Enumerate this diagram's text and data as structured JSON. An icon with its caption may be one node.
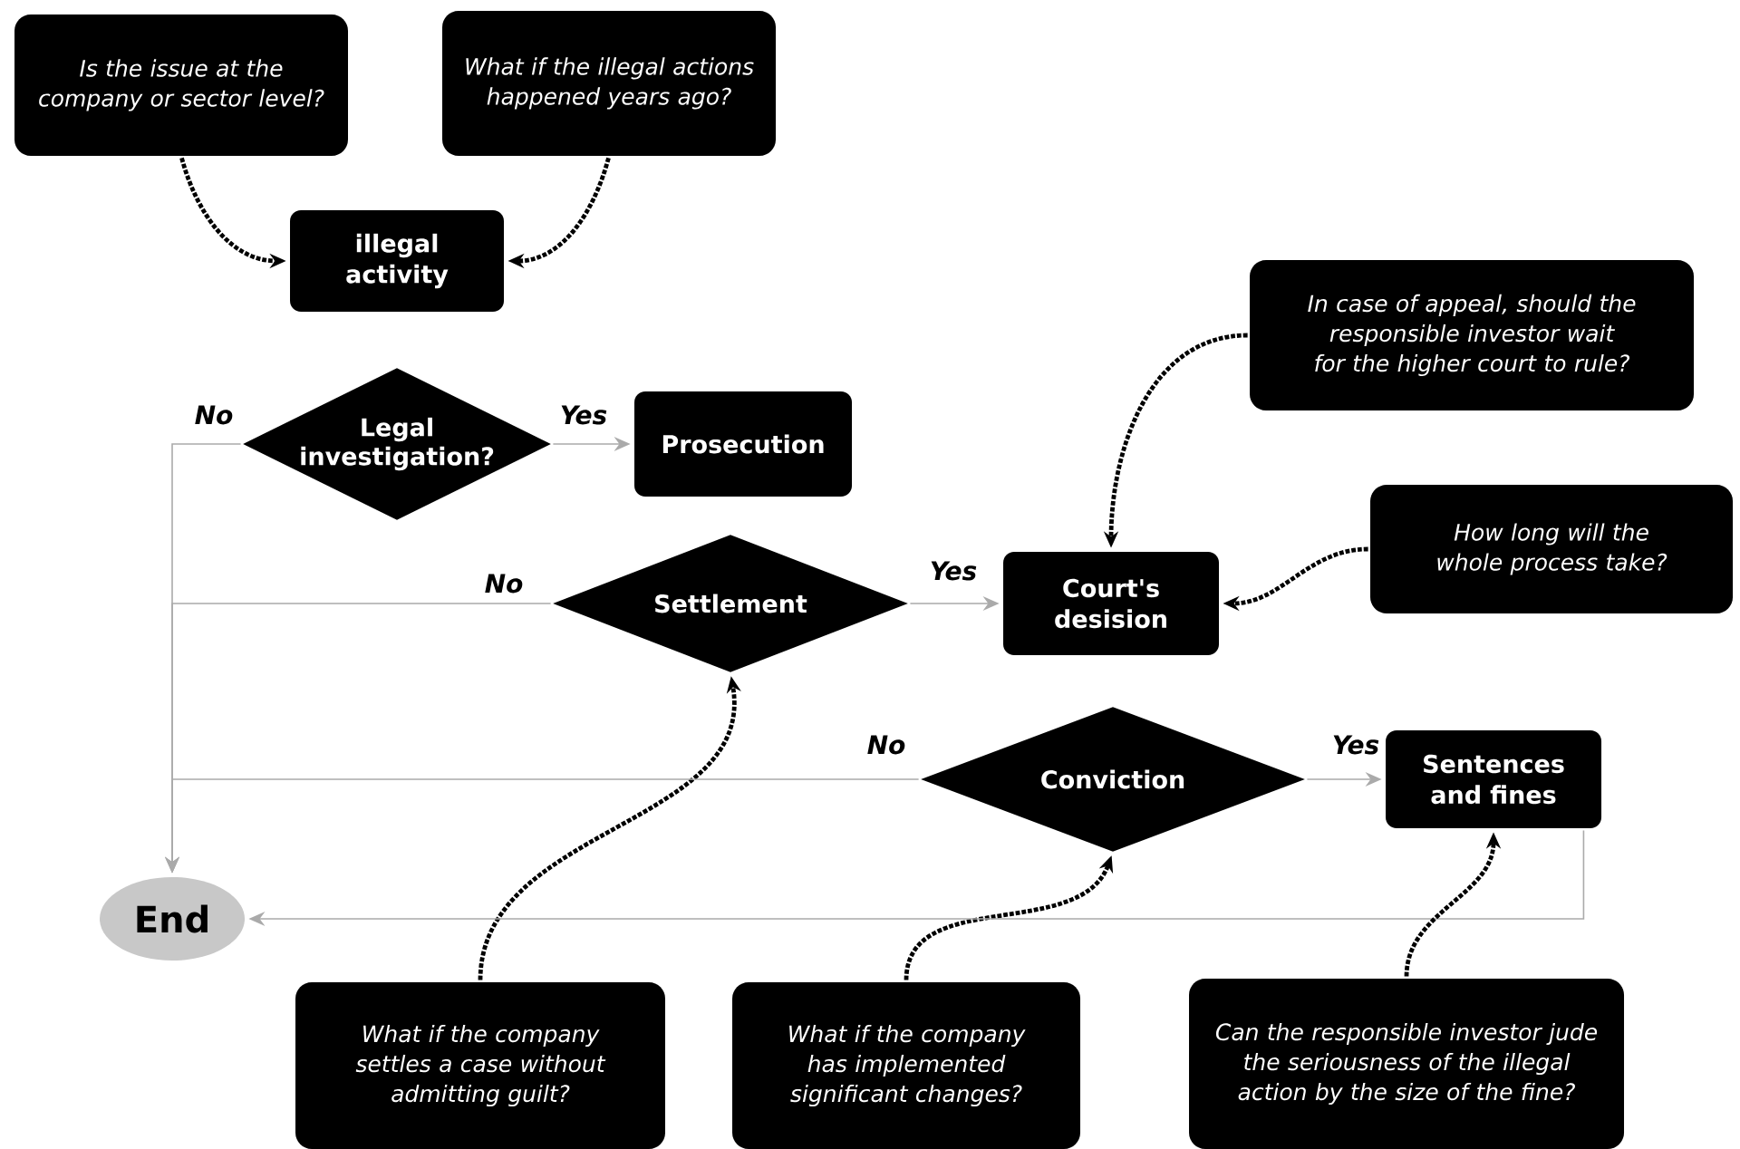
{
  "diagram": {
    "nodes": [
      {
        "text": [
          "Is the issue at the company or sector level?"
        ]
      },
      {
        "text": [
          "What if the illegal actions happened years ago?"
        ]
      },
      {
        "text": [
          "illegal activity"
        ]
      },
      {
        "text": [
          "Legal investigation?"
        ]
      },
      {
        "text": [
          "Prosecution"
        ]
      },
      {
        "text": [
          "In case of appeal, should the responsible investor wait for the higher court to rule?"
        ]
      },
      {
        "text": [
          "Settlement"
        ]
      },
      {
        "text": [
          "Court's desision"
        ]
      },
      {
        "text": [
          "How long will the whole process take?"
        ]
      },
      {
        "text": [
          "Conviction"
        ]
      },
      {
        "text": [
          "Sentences and fines"
        ]
      },
      {
        "text": [
          "End"
        ]
      },
      {
        "text": [
          "What if the company settles a case without admitting guilt?"
        ]
      },
      {
        "text": [
          "What if the company has implemented significant changes?"
        ]
      },
      {
        "text": [
          "Can the responsible investor jude the seriousness of the illegal action by the size of the fine?"
        ]
      }
    ],
    "edges": [
      {
        "from": 0,
        "to": 2,
        "arrow": "to",
        "style": "dashed"
      },
      {
        "from": 1,
        "to": 2,
        "arrow": "to",
        "style": "dashed"
      },
      {
        "from": 3,
        "to": 4,
        "arrow": "to",
        "label": "Yes",
        "color": "#aaaaaa"
      },
      {
        "from": 3,
        "to": 11,
        "arrow": "to",
        "label": "No",
        "color": "#aaaaaa"
      },
      {
        "from": 5,
        "to": 7,
        "arrow": "to",
        "style": "dashed"
      },
      {
        "from": 8,
        "to": 7,
        "arrow": "to",
        "style": "dashed"
      },
      {
        "from": 6,
        "to": 7,
        "arrow": "to",
        "label": "Yes",
        "color": "#aaaaaa"
      },
      {
        "from": 6,
        "to": 11,
        "arrow": "to",
        "label": "No",
        "color": "#aaaaaa"
      },
      {
        "from": 12,
        "to": 6,
        "arrow": "to",
        "style": "dashed"
      },
      {
        "from": 9,
        "to": 10,
        "arrow": "to",
        "label": "Yes",
        "color": "#aaaaaa"
      },
      {
        "from": 9,
        "to": 11,
        "arrow": "to",
        "label": "No",
        "color": "#aaaaaa"
      },
      {
        "from": 13,
        "to": 9,
        "arrow": "to",
        "style": "dashed"
      },
      {
        "from": 10,
        "to": 11,
        "arrow": "to",
        "color": "#aaaaaa"
      },
      {
        "from": 14,
        "to": 10,
        "arrow": "to",
        "style": "dashed"
      }
    ]
  }
}
